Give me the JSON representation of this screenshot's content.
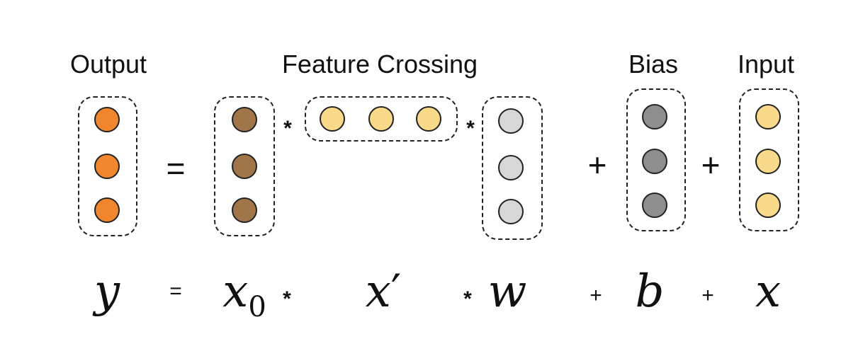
{
  "labels": {
    "output": "Output",
    "feature_crossing": "Feature Crossing",
    "bias": "Bias",
    "input": "Input"
  },
  "operators": {
    "equals": "=",
    "times": "*",
    "plus": "+"
  },
  "equation": {
    "y": "y",
    "x0_base": "x",
    "x0_sub": "0",
    "xprime_base": "x",
    "xprime_mark": "′",
    "w": "w",
    "b": "b",
    "x": "x"
  },
  "colors": {
    "output": "#f0872f",
    "x0": "#a0754a",
    "xprime": "#f9d98a",
    "w": "#d7d7d7",
    "bias": "#8e8e8e",
    "input": "#f9d98a"
  }
}
